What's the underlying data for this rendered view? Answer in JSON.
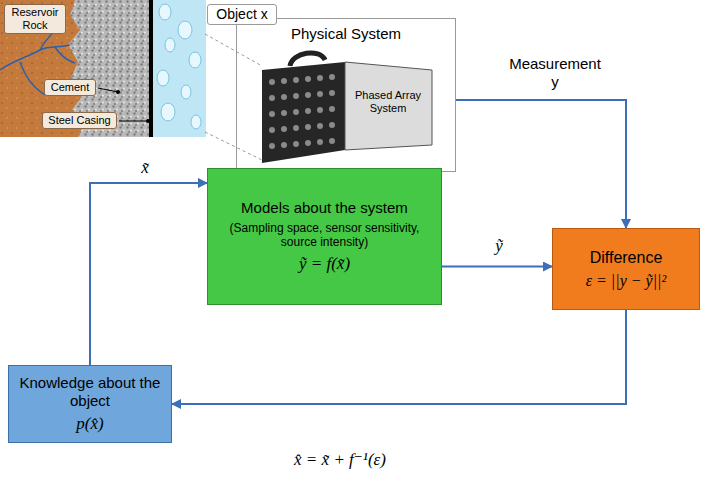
{
  "diagram": {
    "nodes": [
      {
        "text": [
          "Physical System"
        ]
      },
      {
        "text": [
          "Models about the system",
          "(Sampling space, sensor sensitivity, source intensity)",
          "ỹ = f(x̃)"
        ]
      },
      {
        "text": [
          "Difference",
          "ε = ||y − ỹ||²"
        ]
      },
      {
        "text": [
          "Knowledge about the object",
          "p(x̂)"
        ]
      }
    ],
    "edges": [
      {
        "from": 0,
        "to": 2,
        "arrow": "to",
        "label": "Measurement y"
      },
      {
        "from": 1,
        "to": 2,
        "arrow": "to",
        "label": "ỹ"
      },
      {
        "from": 2,
        "to": 3,
        "arrow": "to",
        "label": "x̂ = x̃ + f⁻¹(ε)"
      },
      {
        "from": 3,
        "to": 1,
        "arrow": "to",
        "label": "x̃"
      }
    ],
    "labels": [
      "Reservoir Rock",
      "Cement",
      "Steel Casing",
      "Object x",
      "Phased Array System"
    ]
  }
}
